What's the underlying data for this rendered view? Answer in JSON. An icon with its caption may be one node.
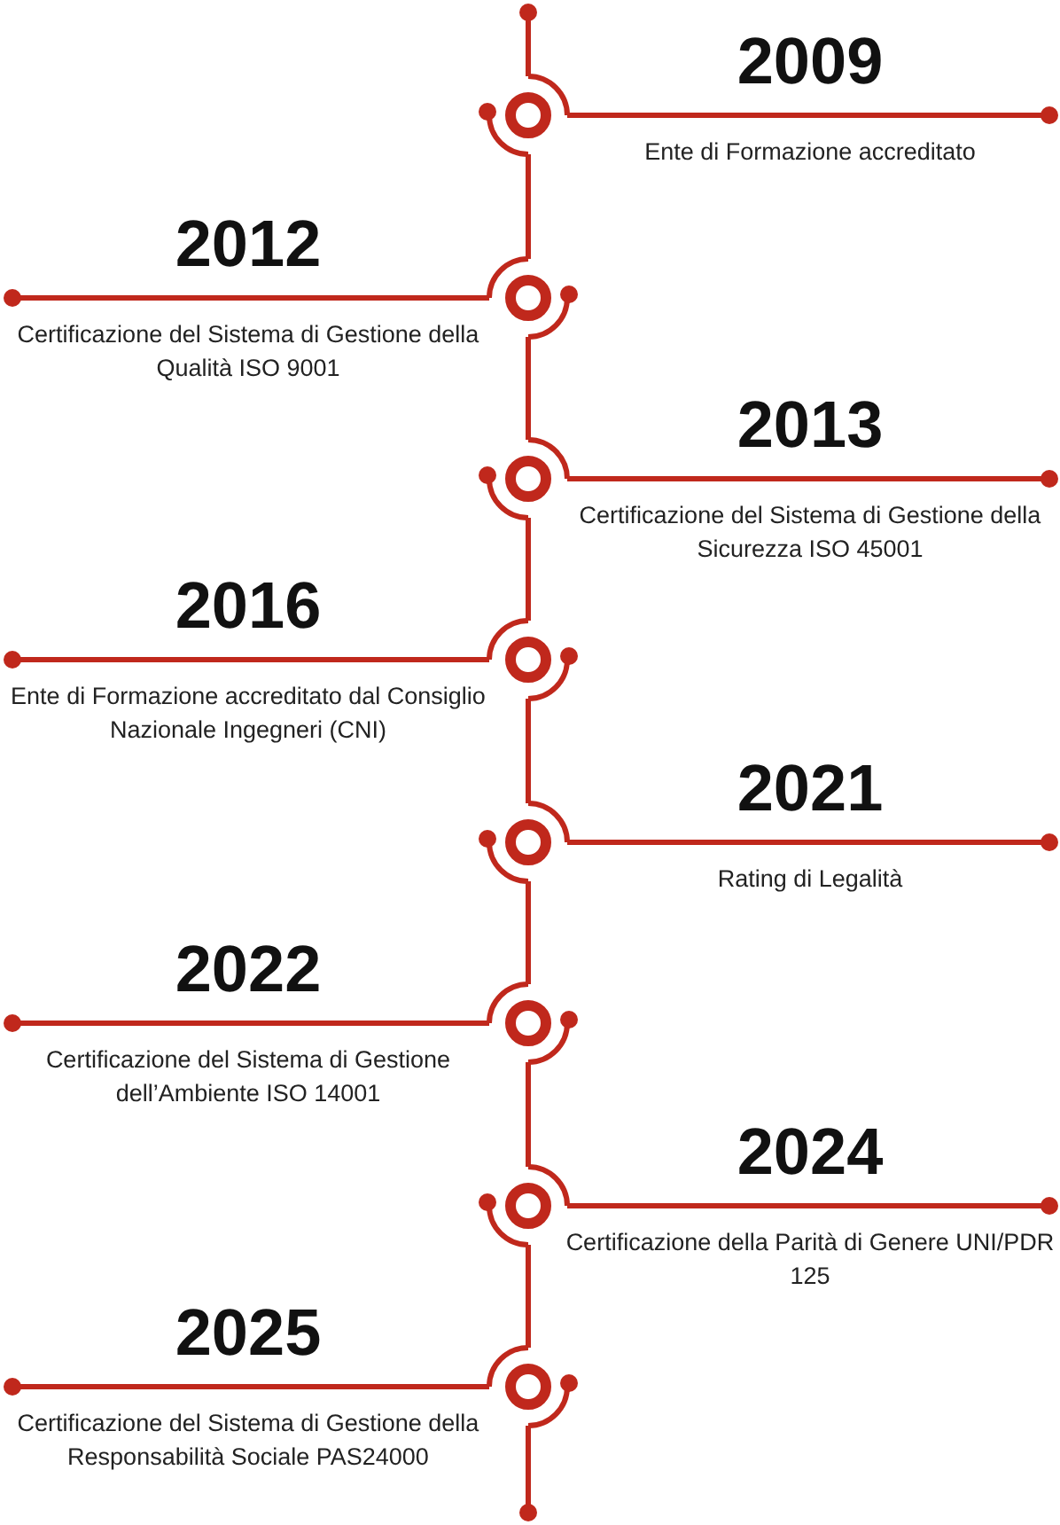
{
  "diagram": {
    "labels": [
      "2009",
      "Ente di Formazione accreditato",
      "2012",
      "Certificazione del Sistema di Gestione della Qualità ISO 9001",
      "2013",
      "Certificazione del Sistema di Gestione della Sicurezza ISO 45001",
      "2016",
      "Ente di Formazione accreditato dal Consiglio Nazionale Ingegneri (CNI)",
      "2021",
      "Rating di Legalità",
      "2022",
      "Certificazione del Sistema di Gestione dell’Ambiente ISO 14001",
      "2024",
      "Certificazione della Parità di Genere UNI/PDR 125",
      "2025",
      "Certificazione del Sistema di Gestione della Responsabilità Sociale PAS24000"
    ]
  }
}
